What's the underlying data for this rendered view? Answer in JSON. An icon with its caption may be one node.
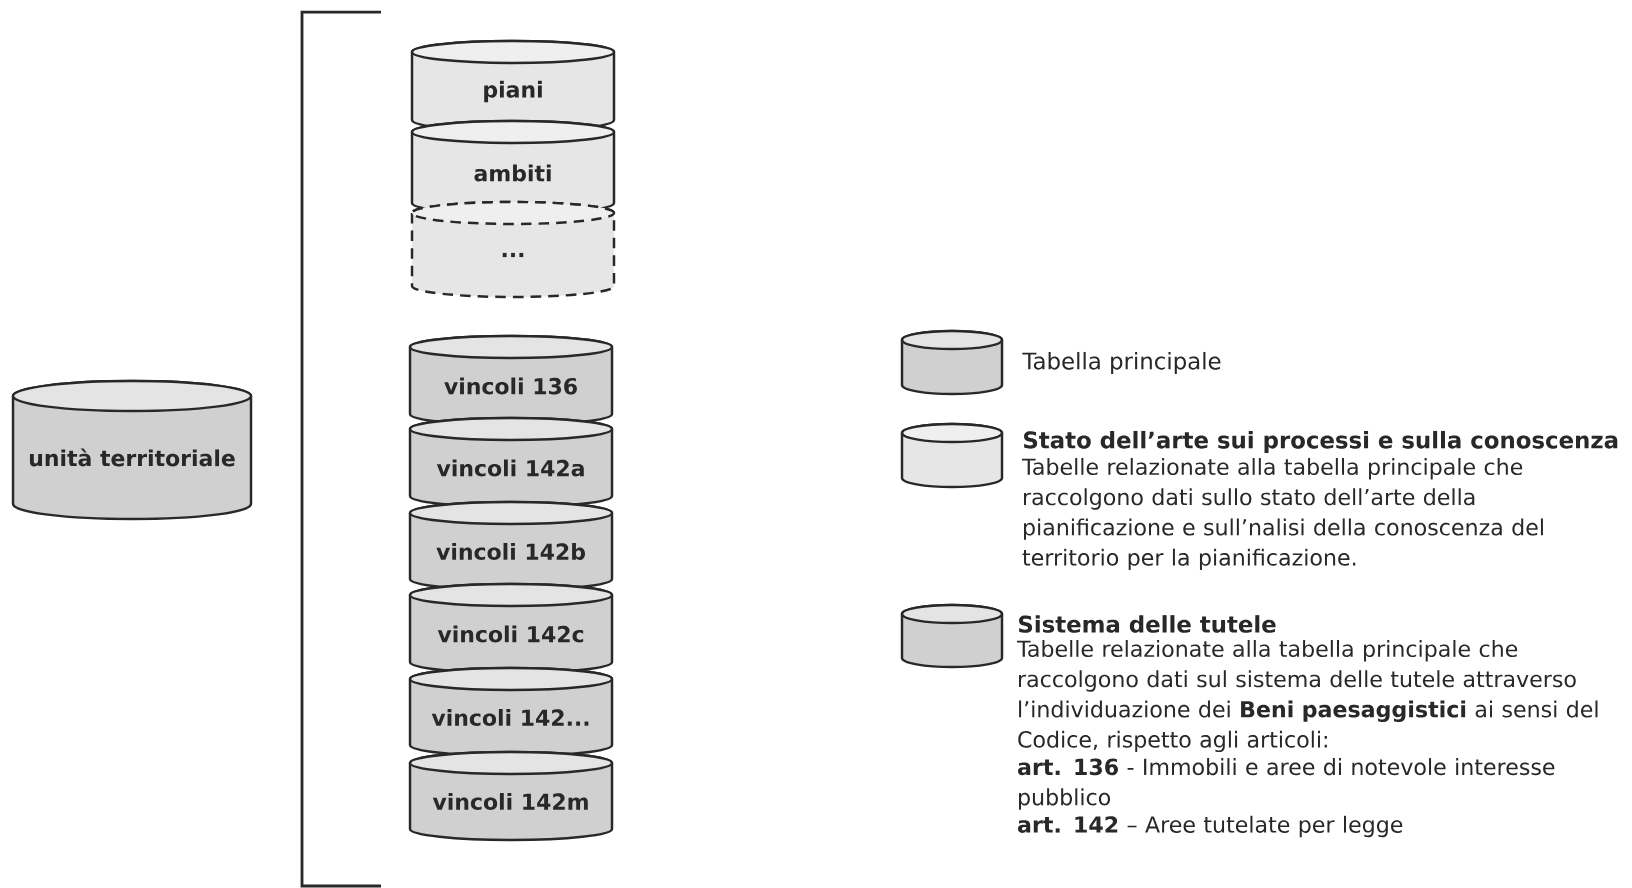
{
  "diagram": {
    "nodes": [
      {
        "text": [
          "unità territoriale"
        ]
      },
      {
        "text": [
          "piani"
        ]
      },
      {
        "text": [
          "ambiti"
        ]
      },
      {
        "text": [
          "..."
        ]
      },
      {
        "text": [
          "vincoli 136"
        ]
      },
      {
        "text": [
          "vincoli 142a"
        ]
      },
      {
        "text": [
          "vincoli 142b"
        ]
      },
      {
        "text": [
          "vincoli 142c"
        ]
      },
      {
        "text": [
          "vincoli 142..."
        ]
      },
      {
        "text": [
          "vincoli 142m"
        ]
      }
    ],
    "labels": [
      "Tabelle relazionate alla tabella principale che raccolgono dati sullo stato dell’arte della pianificazione e sull’nalisi della conoscenza del territorio per la pianificazione.",
      "Tabelle relazionate alla tabella principale che raccolgono dati sul sistema delle tutele attraverso l’individuazione dei **Beni paesaggistici** ai sensi del Codice, rispetto agli articoli:",
      "**art. 136** -  Immobili e aree di notevole interesse pubblico",
      "**art. 142** – Aree tutelate per legge"
    ],
    "legend": [
      {
        "text": "Tabella principale"
      },
      {
        "text": "Stato dell’arte sui processi e sulla conoscenza"
      },
      {
        "text": "Sistema delle tutele"
      }
    ]
  }
}
